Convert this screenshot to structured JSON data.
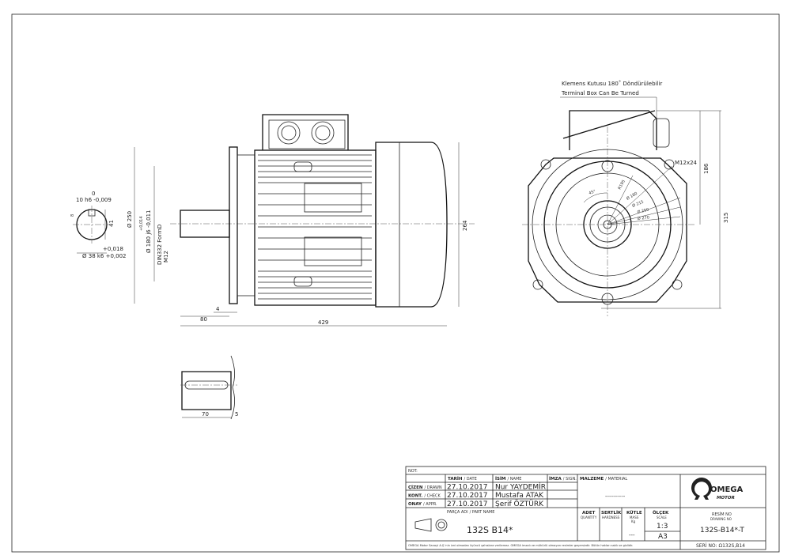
{
  "side_view": {
    "dims": {
      "d250": "Ø 250",
      "d180_tol_top": "+0,014",
      "d180": "Ø 180 j6 -0,011",
      "din": "DIN332 FormD",
      "m12": "M12",
      "len264": "264",
      "len4": "4",
      "len80": "80",
      "len429": "429"
    }
  },
  "shaft_section": {
    "zero": "0",
    "key": "10 h6 -0,009",
    "key_h": "8",
    "h41": "41",
    "tol_top": "+0,018",
    "dia": "Ø 38 k6 +0,002"
  },
  "key_detail": {
    "len70": "70",
    "len5": "5"
  },
  "front_view": {
    "note_tr": "Klemens Kutusu 180˚ Döndürülebilir",
    "note_en": "Terminal Box Can Be Turned",
    "thread": "M12x24",
    "angle": "45°",
    "r195": "R195",
    "d180": "Ø 180",
    "d215": "Ø 215",
    "d250": "Ø 250",
    "d270": "Ø 270",
    "h186": "186",
    "h315": "315"
  },
  "title_block": {
    "not_label": "NOT:",
    "headers": {
      "date": "TARİH",
      "date_en": "/ DATE",
      "name": "İSİM",
      "name_en": "/ NAME",
      "sign": "İMZA",
      "sign_en": "/ SIGN.",
      "material": "MALZEME",
      "material_en": "/ MATERIAL"
    },
    "rows": [
      {
        "role": "ÇİZEN",
        "role_en": "/ DRAWN",
        "date": "27.10.2017",
        "name": "Nur YAYDEMİR"
      },
      {
        "role": "KONT.",
        "role_en": "/ CHECK",
        "date": "27.10.2017",
        "name": "Mustafa ATAK"
      },
      {
        "role": "ONAY",
        "role_en": "/ APPR.",
        "date": "27.10.2017",
        "name": "Şerif ÖZTÜRK"
      }
    ],
    "material_value": "----------",
    "part_name_label": "PARÇA ADI",
    "part_name_en": "/ PART NAME",
    "part_name": "132S B14*",
    "quantity": "ADET",
    "quantity_en": "QUANTITY",
    "hardness": "SERTLİK",
    "hardness_en": "HARDNESS",
    "mass": "KÜTLE",
    "mass_en": "MASS",
    "mass_unit": "Kg",
    "mass_value": "---",
    "scale": "ÖLÇEK",
    "scale_en": "SCALE",
    "scale_value": "1:3",
    "sheet": "A3",
    "drawing_no_label": "RESİM NO",
    "drawing_no_en": "DRAWING NO",
    "drawing_no": "132S-B14*-T",
    "serial": "SERİ NO: Ω132S,B14",
    "footer": "OMEGA Motor Sanayi A.Ş.'nin izni olmadan üçüncü şahıslara verilemez. OMEGA imzalı ve mühürlü olmayan resimler geçersizdir. Bütün hakları saklı ve gizlidir.",
    "logo_word": "OMEGA",
    "logo_sub": "MOTOR"
  }
}
